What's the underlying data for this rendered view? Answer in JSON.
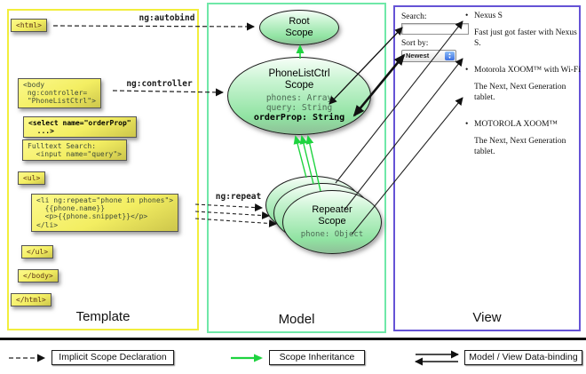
{
  "colors": {
    "template_border": "#f2ee3c",
    "model_border": "#6fe8a8",
    "view_border": "#6553d6",
    "box_fill": "#f3ee62",
    "scope_fill": "#90e3a2",
    "inheritance_green": "#1ed33f",
    "code_tag_color": "#5c3317",
    "code_text_color": "#3e4a38"
  },
  "panels": {
    "template": "Template",
    "model": "Model",
    "view": "View"
  },
  "template": {
    "html_open": "<html>",
    "autobind_label": "ng:autobind",
    "body_open": "<body\n ng:controller=\n \"PhoneListCtrl\">",
    "controller_label": "ng:controller",
    "select_box": "<select name=\"orderProp\"\n  ...>",
    "fulltext_box": "Fulltext Search:\n  <input name=\"query\">",
    "ul_open": "<ul>",
    "li_box": "<li ng:repeat=\"phone in phones\">\n  {{phone.name}}\n  <p>{{phone.snippet}}</p>\n</li>",
    "repeat_label": "ng:repeat",
    "ul_close": "</ul>",
    "body_close": "</body>",
    "html_close": "</html>"
  },
  "model": {
    "root_scope": {
      "title": "Root\nScope"
    },
    "phonelist_scope": {
      "title": "PhoneListCtrl\nScope",
      "props": [
        "phones: Array",
        "query: String"
      ],
      "bold_prop": "orderProp: String"
    },
    "repeater_scope": {
      "title": "Repeater\nScope",
      "prop": "phone: Object"
    }
  },
  "view": {
    "search_label": "Search:",
    "search_value": "",
    "sort_label": "Sort by:",
    "sort_value": "Newest",
    "items": [
      {
        "title": "Nexus S",
        "desc": "Fast just got faster with Nexus S."
      },
      {
        "title": "Motorola XOOM™ with Wi-Fi",
        "desc": "The Next, Next Generation tablet."
      },
      {
        "title": "MOTOROLA XOOM™",
        "desc": "The Next, Next Generation tablet."
      }
    ]
  },
  "legend": {
    "implicit": "Implicit Scope Declaration",
    "inheritance": "Scope Inheritance",
    "databinding": "Model / View Data-binding"
  }
}
